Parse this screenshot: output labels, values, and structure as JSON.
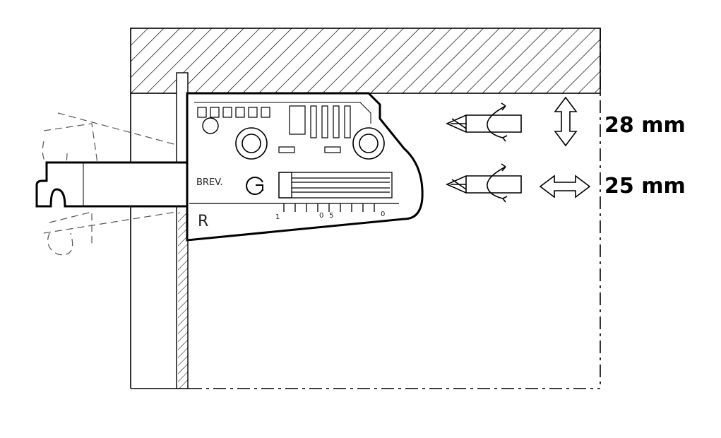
{
  "diagram": {
    "labels": {
      "vertical_adjustment": "28 mm",
      "horizontal_adjustment": "25 mm",
      "part_marking_brev": "BREV.",
      "part_marking_r": "R",
      "scale_mark_1": "1",
      "scale_mark_2": "0",
      "scale_mark_3": "5",
      "scale_mark_4": "0"
    },
    "icons": {
      "screwdriver_top": "screwdriver-rotate-icon",
      "screwdriver_bottom": "screwdriver-rotate-icon",
      "vertical_arrow": "double-arrow-vertical-icon",
      "horizontal_arrow": "double-arrow-horizontal-icon"
    },
    "colors": {
      "line": "#000000",
      "background": "#ffffff"
    }
  }
}
